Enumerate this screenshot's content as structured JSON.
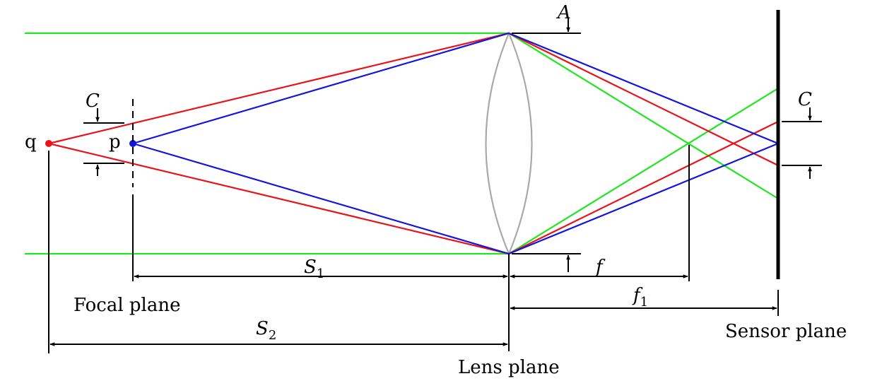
{
  "colors": {
    "parallel_ray": "#22e522",
    "q_ray": "#e8141c",
    "p_ray": "#1414e0",
    "lens": "#a9a9a9",
    "q_point": "#e8141c",
    "p_point": "#1414e0"
  },
  "labels": {
    "point_q": "q",
    "point_p": "p",
    "aperture": "A",
    "coc_object": "C",
    "coc_sensor": "C",
    "s1": "S",
    "s1_sub": "1",
    "s2": "S",
    "s2_sub": "2",
    "focal_length": "f",
    "f1": "f",
    "f1_sub": "1",
    "focal_plane": "Focal plane",
    "lens_plane": "Lens plane",
    "sensor_plane": "Sensor plane"
  }
}
